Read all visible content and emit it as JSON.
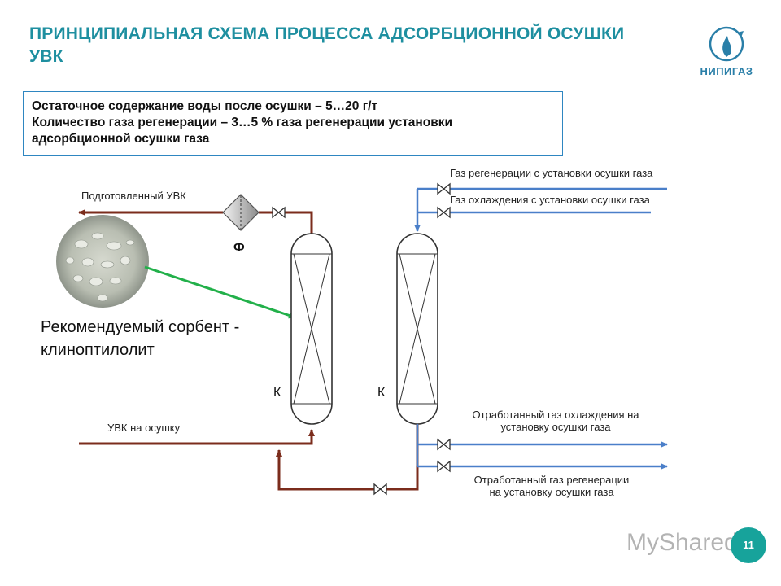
{
  "title": "ПРИНЦИПИАЛЬНАЯ СХЕМА ПРОЦЕССА АДСОРБЦИОННОЙ ОСУШКИ УВК",
  "logo": {
    "text": "НИПИГАЗ",
    "icon": "gas-flame-swirl-icon",
    "color": "#2a7fa8"
  },
  "info": {
    "line1": "Остаточное содержание воды после осушки – 5…20 г/т",
    "line2": "Количество газа регенерации – 3…5 % газа регенерации установки",
    "line3": "адсорбционной осушки газа"
  },
  "labels": {
    "prepared_uvk": "Подготовленный УВК",
    "filter": "Ф",
    "sorbent_line1": "Рекомендуемый сорбент -",
    "sorbent_line2": "клиноптилолит",
    "column1": "К",
    "column2": "К",
    "uvk_to_drying": "УВК на осушку",
    "regen_gas_in": "Газ регенерации с установки осушки газа",
    "cooling_gas_in": "Газ охлаждения с установки осушки газа",
    "spent_cooling_line1": "Отработанный газ охлаждения  на",
    "spent_cooling_line2": "установку осушки газа",
    "spent_regen_line1": "Отработанный газ регенерации",
    "spent_regen_line2": "на установку осушки газа"
  },
  "colors": {
    "title": "#1e8fa0",
    "process_line": "#7b2c1c",
    "utility_line": "#4a7fc9",
    "pointer_line": "#22b04a",
    "box_border": "#2e86c1"
  },
  "page_number": "11",
  "watermark": "MyShared"
}
